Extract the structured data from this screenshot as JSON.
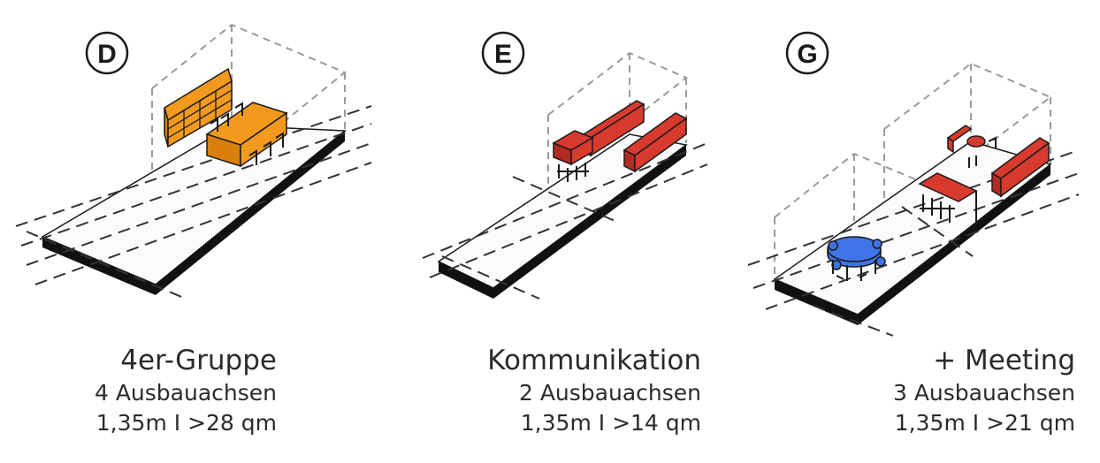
{
  "modules": [
    {
      "badge": "D",
      "title": "4er-Gruppe",
      "axes": "4 Ausbauachsen",
      "dims": "1,35m I >28 qm"
    },
    {
      "badge": "E",
      "title": "Kommunikation",
      "axes": "2 Ausbauachsen",
      "dims": "1,35m I >14 qm"
    },
    {
      "badge": "G",
      "title": "+ Meeting",
      "axes": "3 Ausbauachsen",
      "dims": "1,35m I >21 qm"
    }
  ],
  "colors": {
    "orange": "#f29a1e",
    "red": "#d83a2e",
    "blue": "#3f74e8",
    "ink": "#1a1a1a",
    "dash": "#9a9a9a"
  }
}
